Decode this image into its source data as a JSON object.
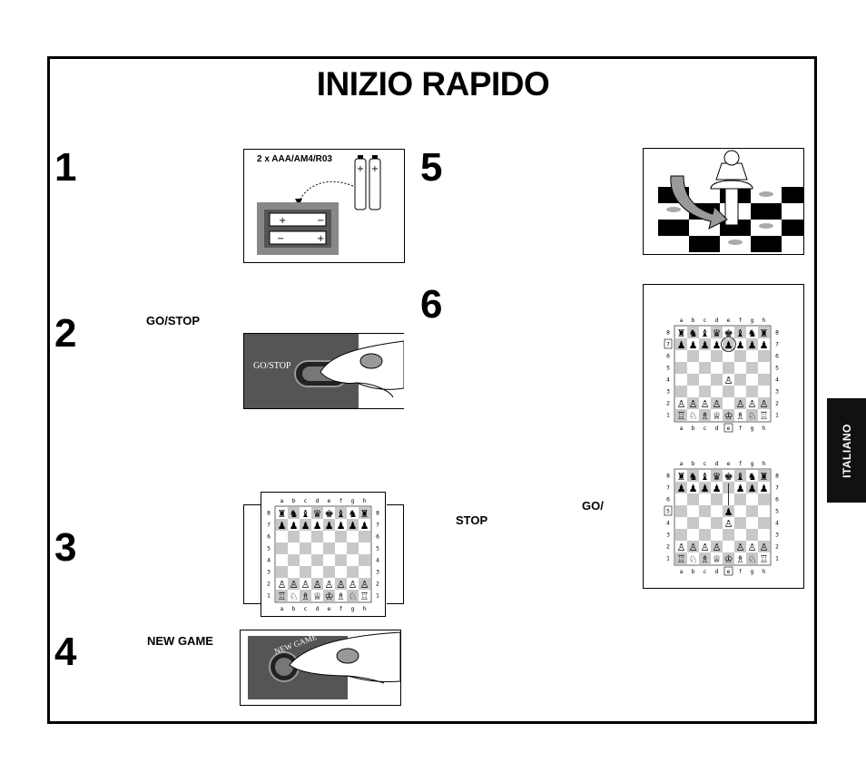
{
  "page": {
    "title": "INIZIO RAPIDO",
    "side_tab": "ITALIANO"
  },
  "steps": [
    {
      "number": "1",
      "label": "",
      "illustration_text": "2 x AAA/AM4/R03"
    },
    {
      "number": "2",
      "label": "GO/STOP",
      "illustration_text": "GO/STOP"
    },
    {
      "number": "3",
      "label": ""
    },
    {
      "number": "4",
      "label": "NEW GAME",
      "illustration_text": "NEW GAME"
    },
    {
      "number": "5",
      "label": ""
    },
    {
      "number": "6",
      "label": "",
      "fragment_go": "GO/",
      "fragment_stop": "STOP"
    }
  ],
  "board": {
    "files": [
      "a",
      "b",
      "c",
      "d",
      "e",
      "f",
      "g",
      "h"
    ],
    "ranks": [
      "8",
      "7",
      "6",
      "5",
      "4",
      "3",
      "2",
      "1"
    ],
    "highlight_rank_top": "7",
    "highlight_rank_bottom": "5",
    "highlight_file": "e"
  },
  "icons": [
    "battery-icon",
    "battery-compartment-icon",
    "finger-press-icon",
    "pawn-icon",
    "move-arrow-icon"
  ]
}
